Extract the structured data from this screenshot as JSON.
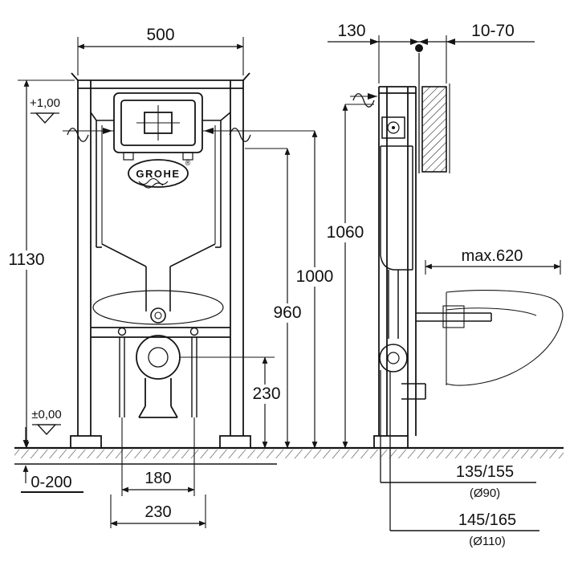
{
  "drawing": {
    "brand": "GROHE",
    "registered": "®",
    "dims": {
      "width500": "500",
      "depth130": "130",
      "wall1070": "10-70",
      "levelTop": "+1,00",
      "height1130": "1130",
      "levelFloor": "±0,00",
      "h1060": "1060",
      "h1000": "1000",
      "h960": "960",
      "drain230": "230",
      "foot0200": "0-200",
      "bolt180": "180",
      "offset230": "230",
      "max620": "max.620",
      "outlet90": "135/155",
      "dia90": "(Ø90)",
      "outlet110": "145/165",
      "dia110": "(Ø110)"
    }
  }
}
